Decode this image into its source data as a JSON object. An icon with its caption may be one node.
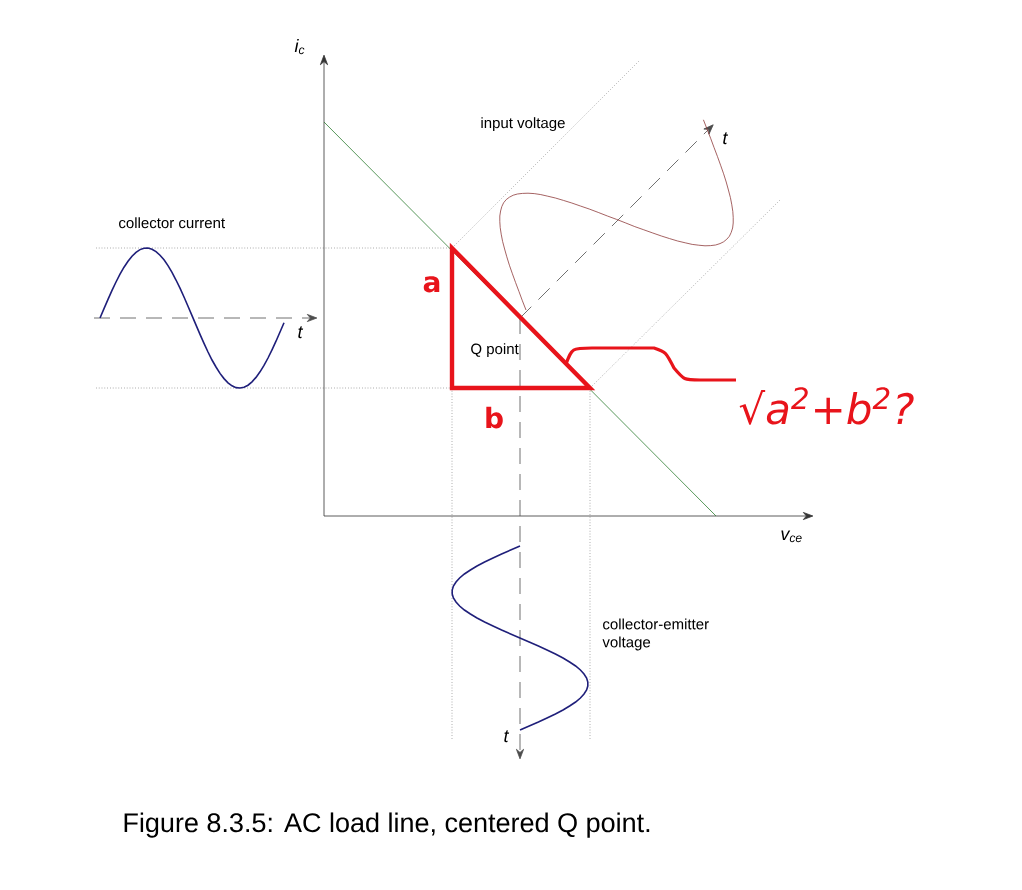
{
  "diagram": {
    "caption": "Figure 8.3.5: AC load line, centered Q point.",
    "labels": [
      "i$_{c}$",
      "input voltage",
      "t",
      "collector current",
      "a",
      "t",
      "Q point",
      "√a$^{2}$+b$^{2}$?",
      "b",
      "v$_{ce}$",
      "collector-emitter voltage",
      "t"
    ]
  }
}
